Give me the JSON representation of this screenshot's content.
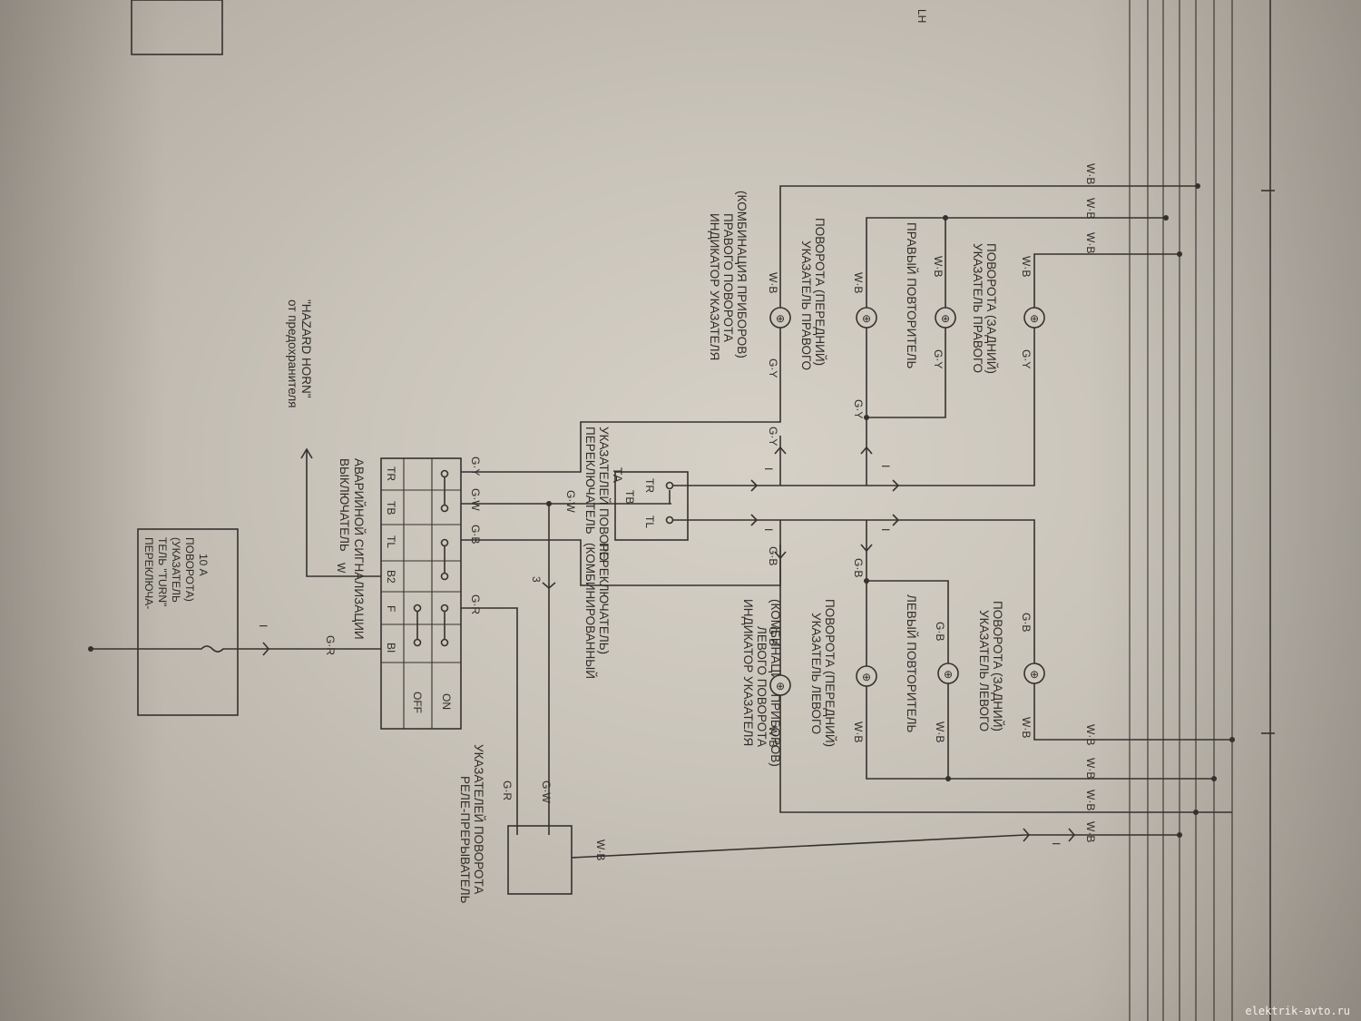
{
  "diagram": {
    "fuse_box": {
      "line1": "ПЕРЕКЛЮЧА-",
      "line2": "ТЕЛЬ \"TURN\"",
      "line3": "(УКАЗАТЕЛЬ",
      "line4": "ПОВОРОТА)",
      "line5": "10 А"
    },
    "hazard_source": {
      "line1": "от предохранителя",
      "line2": "\"HAZARD HORN\""
    },
    "hazard_switch": {
      "line1": "ВЫКЛЮЧАТЕЛЬ",
      "line2": "АВАРИЙНОЙ СИГНАЛИЗАЦИИ",
      "col_headers": [
        "BI",
        "F",
        "B2",
        "TL",
        "TB",
        "TR"
      ],
      "row_labels": [
        "OFF",
        "ON"
      ]
    },
    "turn_switch": {
      "line1": "ПЕРЕКЛЮЧАТЕЛЬ",
      "line2": "УКАЗАТЕЛЕЙ ПОВОРО",
      "line3": "ТА",
      "terminals": [
        "TB",
        "TR",
        "TL"
      ],
      "combined_line1": "(КОМБИНИРОВАННЫЙ",
      "combined_line2": "ПЕРЕКЛЮЧАТЕЛЬ)"
    },
    "relay": {
      "line1": "РЕЛЕ-ПРЕРЫВАТЕЛЬ",
      "line2": "УКАЗАТЕЛЕЙ ПОВОРОТА"
    },
    "right_indicator": {
      "line1": "ИНДИКАТОР УКАЗАТЕЛЯ",
      "line2": "ПРАВОГО ПОВОРОТА",
      "line3": "(КОМБИНАЦИЯ ПРИБОРОВ)"
    },
    "right_front": {
      "line1": "УКАЗАТЕЛЬ ПРАВОГО",
      "line2": "ПОВОРОТА (ПЕРЕДНИЙ)"
    },
    "right_repeater": {
      "line1": "ПРАВЫЙ ПОВТОРИТЕЛЬ"
    },
    "right_rear": {
      "line1": "УКАЗАТЕЛЬ ПРАВОГО",
      "line2": "ПОВОРОТА (ЗАДНИЙ)"
    },
    "left_indicator": {
      "line1": "ИНДИКАТОР УКАЗАТЕЛЯ",
      "line2": "ЛЕВОГО ПОВОРОТА",
      "line3": "(КОМБИНАЦИЯ ПРИБОРОВ)"
    },
    "left_front": {
      "line1": "УКАЗАТЕЛЬ ЛЕВОГО",
      "line2": "ПОВОРОТА (ПЕРЕДНИЙ)"
    },
    "left_repeater": {
      "line1": "ЛЕВЫЙ ПОВТОРИТЕЛЬ"
    },
    "left_rear": {
      "line1": "УКАЗАТЕЛЬ ЛЕВОГО",
      "line2": "ПОВОРОТА (ЗАДНИЙ)"
    },
    "wires": {
      "gr": "G·R",
      "gy": "G·Y",
      "gw": "G·W",
      "gb": "G·B",
      "wb": "W·B",
      "w": "W",
      "connector_i": "I",
      "connector_3": "3"
    },
    "corner_tag": "LH",
    "lamp_symbol": "⊕"
  },
  "watermark": "elektrik-avto.ru"
}
